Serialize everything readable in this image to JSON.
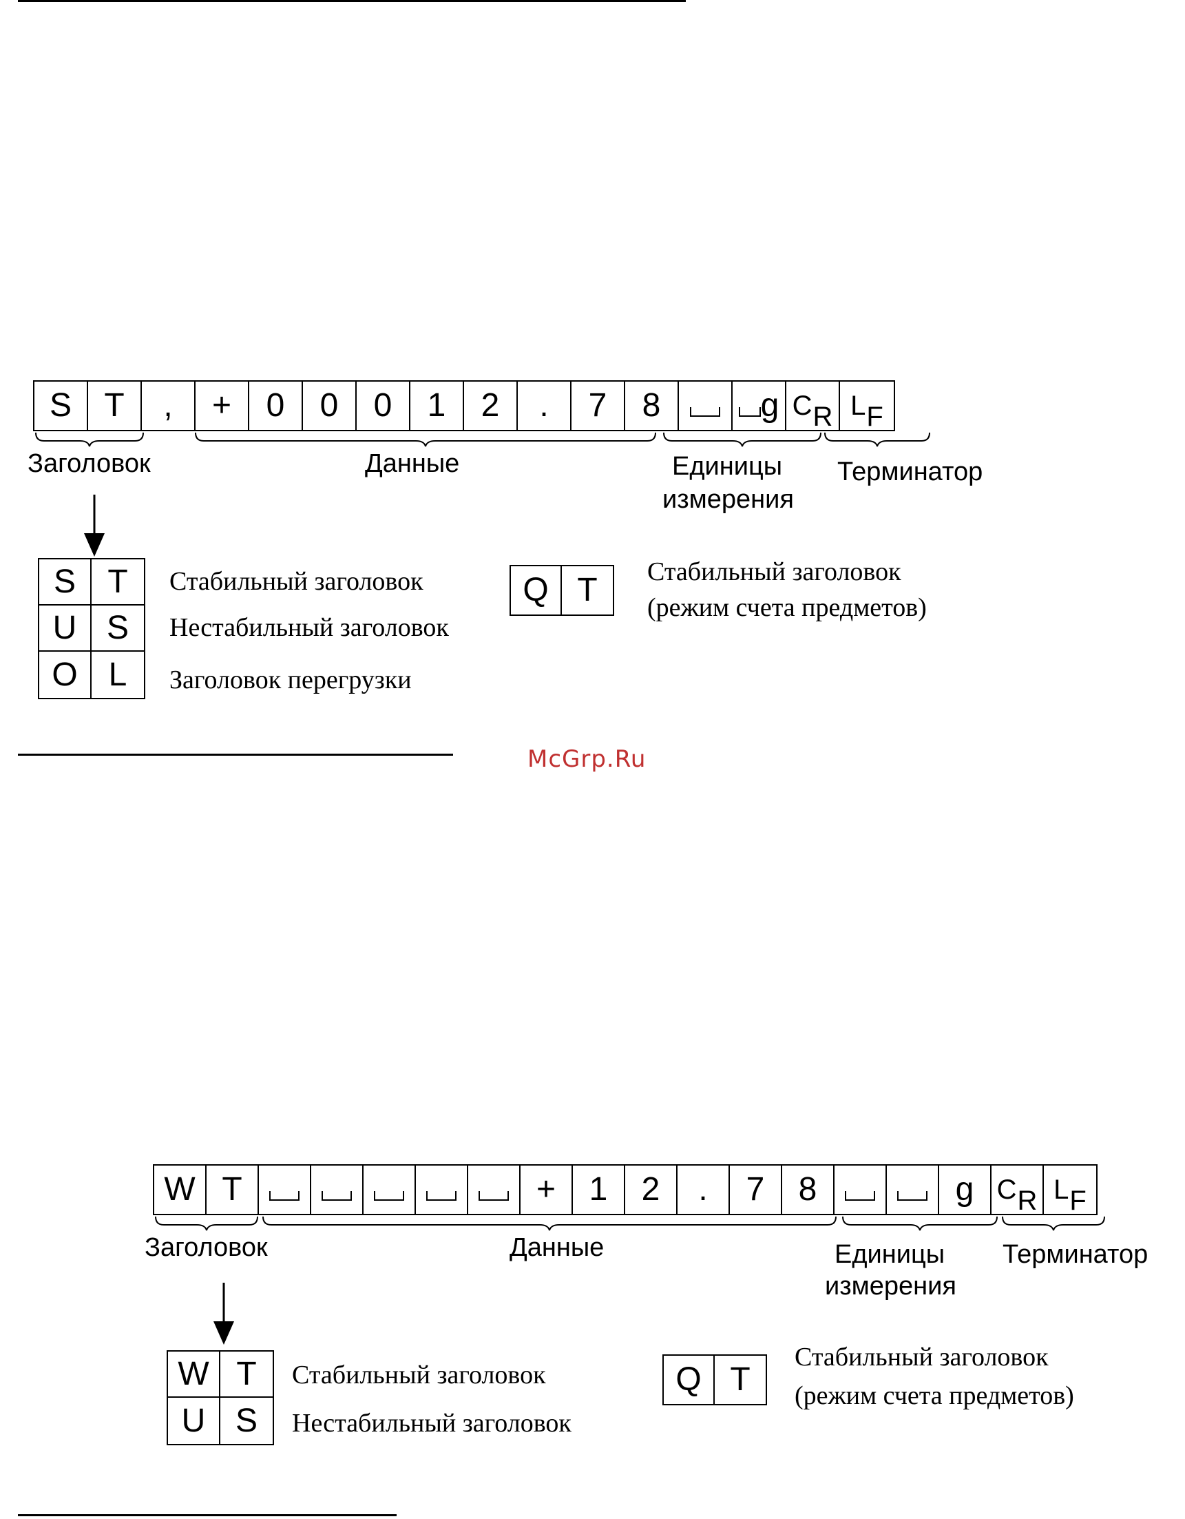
{
  "watermark": "McGrp.Ru",
  "diagram1": {
    "cells": [
      "S",
      "T",
      ",",
      "+",
      "0",
      "0",
      "0",
      "1",
      "2",
      ".",
      "7",
      "8",
      "␣",
      "␣g",
      "CR",
      "LF"
    ],
    "labels": {
      "header": "Заголовок",
      "data": "Данные",
      "units_line1": "Единицы",
      "units_line2": "измерения",
      "terminator": "Терминатор"
    },
    "header_table": [
      [
        "S",
        "T"
      ],
      [
        "U",
        "S"
      ],
      [
        "O",
        "L"
      ]
    ],
    "header_desc": [
      "Стабильный заголовок",
      "Нестабильный заголовок",
      "Заголовок перегрузки"
    ],
    "qt": [
      "Q",
      "T"
    ],
    "qt_desc_line1": "Стабильный заголовок",
    "qt_desc_line2": "(режим счета предметов)"
  },
  "diagram2": {
    "cells": [
      "W",
      "T",
      "␣",
      "␣",
      "␣",
      "␣",
      "␣",
      "+",
      "1",
      "2",
      ".",
      "7",
      "8",
      "␣",
      "␣",
      "g",
      "CR",
      "LF"
    ],
    "labels": {
      "header": "Заголовок",
      "data": "Данные",
      "units_line1": "Единицы",
      "units_line2": "измерения",
      "terminator": "Терминатор"
    },
    "header_table": [
      [
        "W",
        "T"
      ],
      [
        "U",
        "S"
      ]
    ],
    "header_desc": [
      "Стабильный заголовок",
      "Нестабильный заголовок"
    ],
    "qt": [
      "Q",
      "T"
    ],
    "qt_desc_line1": "Стабильный заголовок",
    "qt_desc_line2": "(режим счета предметов)"
  }
}
